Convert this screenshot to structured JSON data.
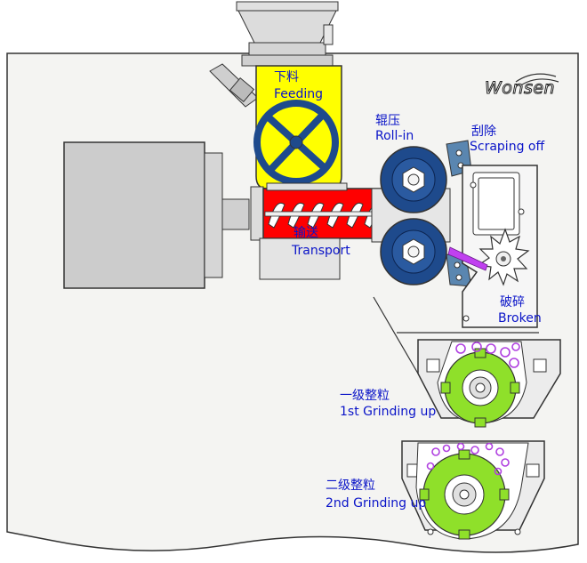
{
  "brand": {
    "logo_text": "Wonsen"
  },
  "labels": {
    "feeding": {
      "cn": "下料",
      "en": "Feeding"
    },
    "roll_in": {
      "cn": "辊压",
      "en": "Roll-in"
    },
    "scraping_off": {
      "cn": "刮除",
      "en": "Scraping off"
    },
    "transport": {
      "cn": "输送",
      "en": "Transport"
    },
    "broken": {
      "cn": "破碎",
      "en": "Broken"
    },
    "grinding_1": {
      "cn": "一级整粒",
      "en": "1st Grinding up"
    },
    "grinding_2": {
      "cn": "二级整粒",
      "en": "2nd Grinding up"
    }
  },
  "colors": {
    "label_blue": "#0a14c8",
    "hopper_yellow": "#ffff00",
    "screw_red": "#ff0000",
    "roller_blue": "#1e4a8c",
    "rotor_green": "#8fe02a",
    "granule_purple": "#b040e0",
    "body_gray": "#e4e4e4"
  }
}
